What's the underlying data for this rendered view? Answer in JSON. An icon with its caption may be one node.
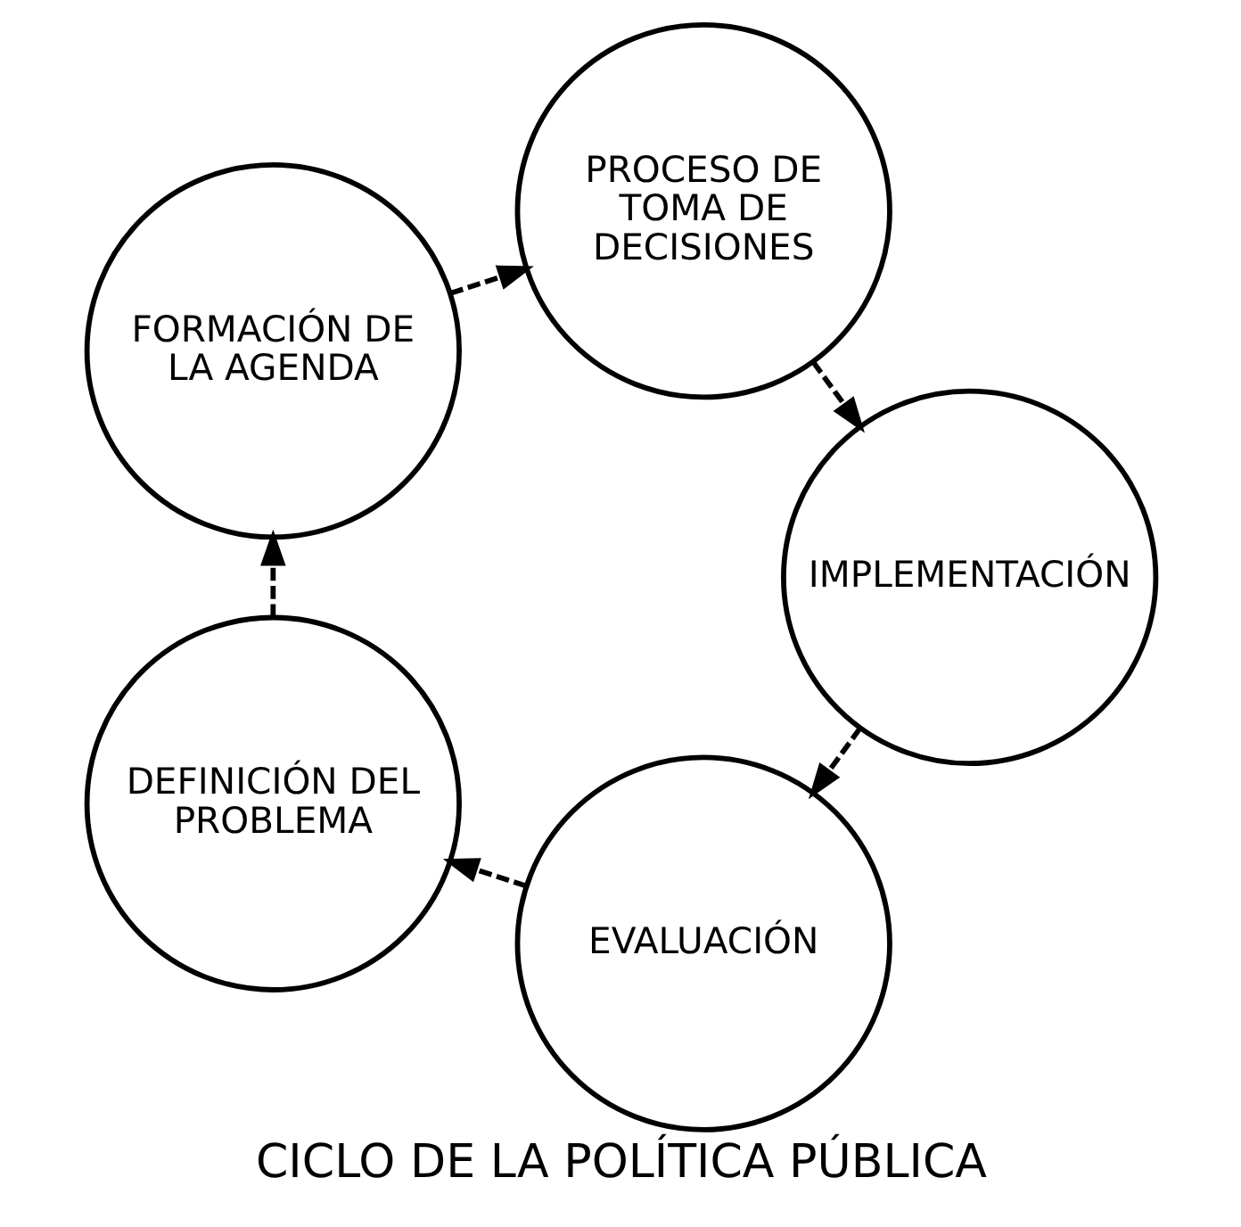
{
  "diagram": {
    "title": "CICLO DE LA POLÍTICA PÚBLICA",
    "nodes": [
      {
        "text": [
          "EVALUACIÓN"
        ]
      },
      {
        "text": [
          "DEFINICIÓN DEL PROBLEMA"
        ]
      },
      {
        "text": [
          "FORMACIÓN DE LA AGENDA"
        ]
      },
      {
        "text": [
          "PROCESO DE TOMA DE DECISIONES"
        ]
      },
      {
        "text": [
          "IMPLEMENTACIÓN"
        ]
      }
    ],
    "edges": [
      {
        "from": 0,
        "to": 1,
        "arrow": "to",
        "style": "dashed"
      },
      {
        "from": 1,
        "to": 2,
        "arrow": "to",
        "style": "dashed"
      },
      {
        "from": 2,
        "to": 3,
        "arrow": "to",
        "style": "dashed"
      },
      {
        "from": 3,
        "to": 4,
        "arrow": "to",
        "style": "dashed"
      },
      {
        "from": 4,
        "to": 0,
        "arrow": "to",
        "style": "dashed"
      }
    ]
  }
}
